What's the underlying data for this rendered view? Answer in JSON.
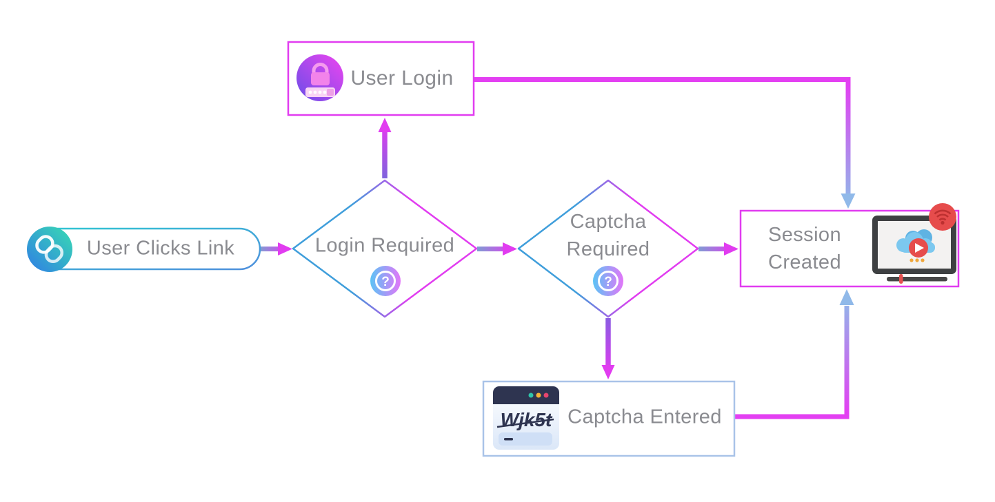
{
  "diagram": {
    "type": "flowchart",
    "background": "#ffffff"
  },
  "nodes": {
    "user_clicks_link": {
      "label": "User Clicks Link",
      "shape": "pill",
      "icon": "link-icon"
    },
    "login_required": {
      "label": "Login Required",
      "shape": "diamond",
      "icon": "question-icon"
    },
    "user_login": {
      "label": "User Login",
      "shape": "rectangle",
      "icon": "lock-password-icon"
    },
    "captcha_required": {
      "label": "Captcha Required",
      "shape": "diamond",
      "icon": "question-icon"
    },
    "session_created": {
      "label": "Session Created",
      "shape": "rectangle",
      "icon": "streaming-screen-icon"
    },
    "captcha_entered": {
      "label": "Captcha Entered",
      "shape": "rectangle",
      "icon": "captcha-window-icon",
      "captcha_code": "Wjk5t"
    }
  },
  "icons": {
    "question_mark": "?"
  },
  "edges": [
    {
      "from": "user_clicks_link",
      "to": "login_required"
    },
    {
      "from": "login_required",
      "to": "user_login"
    },
    {
      "from": "login_required",
      "to": "captcha_required"
    },
    {
      "from": "captcha_required",
      "to": "session_created"
    },
    {
      "from": "captcha_required",
      "to": "captcha_entered"
    },
    {
      "from": "user_login",
      "to": "session_created"
    },
    {
      "from": "captcha_entered",
      "to": "session_created"
    }
  ],
  "colors": {
    "magenta_accent": "#e13cf0",
    "blue_accent": "#3f9edb",
    "arrowhead_periwinkle": "#90b9e9",
    "light_blue_border": "#a9c3e8",
    "label_text": "#8a8b90",
    "background": "#ffffff"
  }
}
